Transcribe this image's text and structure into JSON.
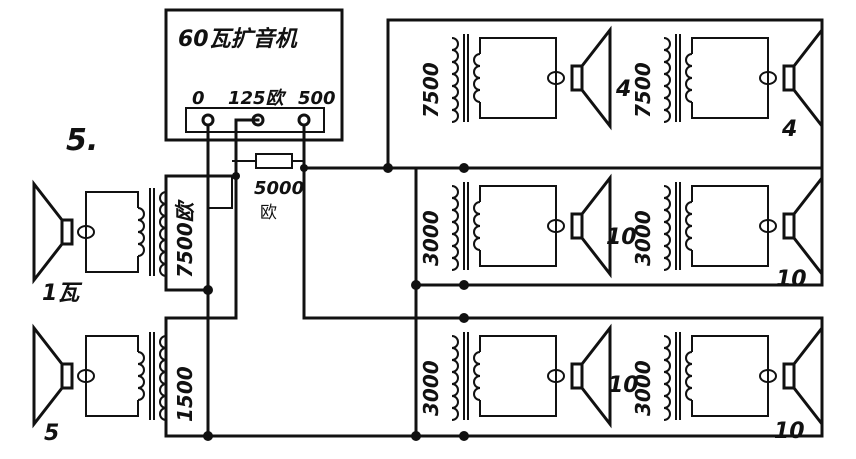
{
  "figure_number": "5.",
  "amplifier": {
    "title": "60瓦扩音机",
    "terminals": [
      "0",
      "125欧",
      "500"
    ]
  },
  "resistor_label": [
    "5000",
    "欧"
  ],
  "transformers": {
    "t_left_top": "7500欧",
    "t_left_bottom": "1500",
    "t_r1_a": "7500",
    "t_r1_b": "7500",
    "t_r2_a": "3000",
    "t_r2_b": "3000",
    "t_r3_a": "3000",
    "t_r3_b": "3000"
  },
  "speaker_ratings": {
    "sp_left_top": "1瓦",
    "sp_left_bottom": "5",
    "sp_r1_a": "4",
    "sp_r1_b": "4",
    "sp_r2_a": "10",
    "sp_r2_b": "10",
    "sp_r3_a": "10",
    "sp_r3_b": "10"
  }
}
